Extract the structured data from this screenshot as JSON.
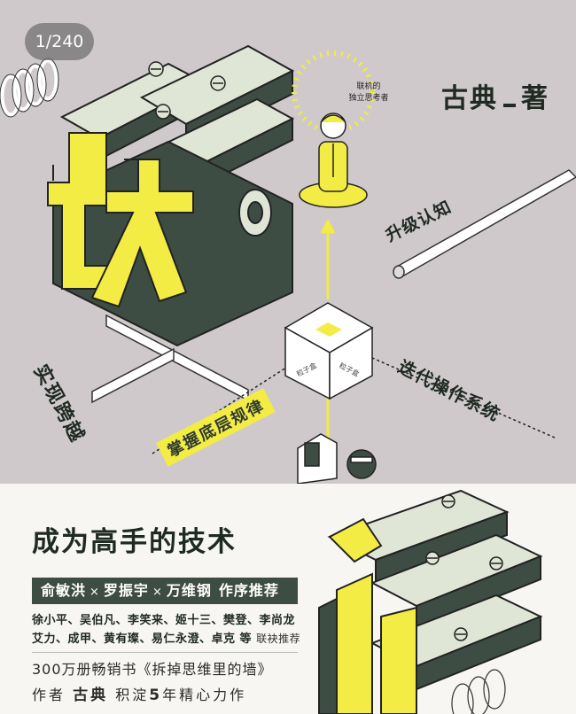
{
  "viewer": {
    "page_counter": "1/240"
  },
  "cover": {
    "author_name": "古典",
    "author_suffix": "著",
    "thinker_label_line1": "联机的",
    "thinker_label_line2": "独立思考者",
    "upgrade_label": "升级认知",
    "iterate_label": "迭代操作系统",
    "left_slogan": "实现跨越",
    "law_label": "掌握底层规律",
    "box_label_left": "粒子盒",
    "box_label_right": "粒子盒",
    "subtitle": "成为高手的技术",
    "recommenders_main": [
      "俞敏洪",
      "罗振宇",
      "万维钢"
    ],
    "recommenders_sep": "×",
    "recommenders_tail": "作序推荐",
    "names_line1": "徐小平、吴伯凡、李笑来、姬十三、樊登、李尚龙",
    "names_line2": "艾力、成甲、黄有璨、易仁永澄、卓克 等",
    "names_line2_suffix": "联袂推荐",
    "desc_line1": "300万册畅销书《拆掉思维里的墙》",
    "desc_line2_pre": "作者",
    "desc_line2_name": "古典",
    "desc_line2_mid": "积淀",
    "desc_line2_num": "5",
    "desc_line2_post": "年精心力作"
  },
  "colors": {
    "cover_bg": "#cfc9cb",
    "yellow": "#f2ec45",
    "dark_green": "#3e4d43",
    "light_green": "#dfe6d6",
    "ink": "#1f2a22"
  },
  "icons": {
    "counter": "page-counter-pill"
  }
}
